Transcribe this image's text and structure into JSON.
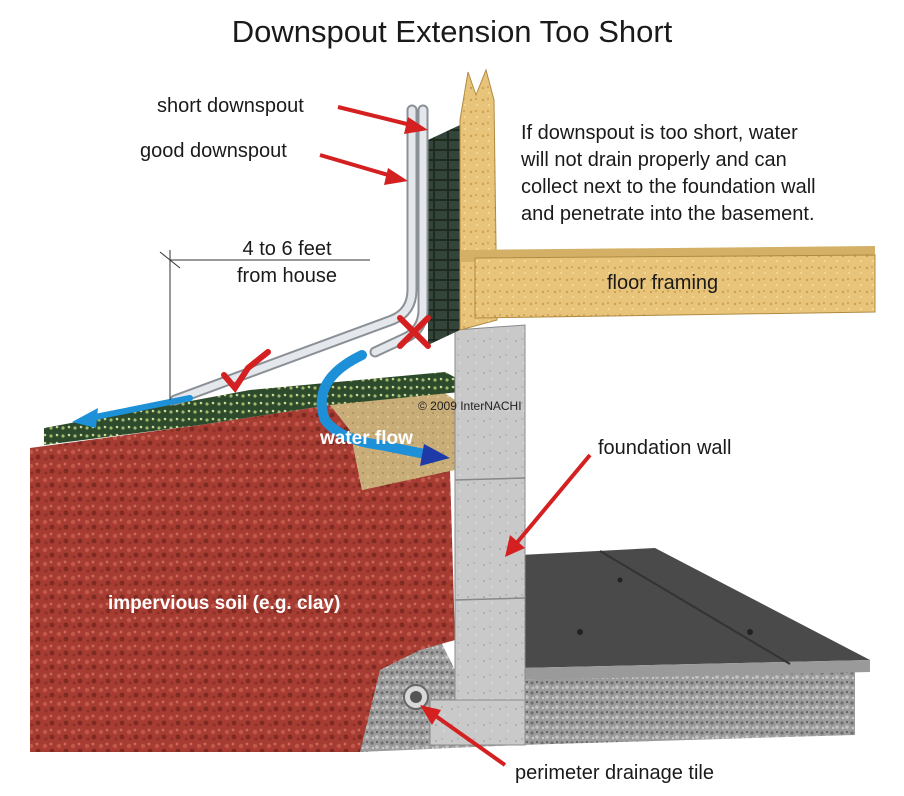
{
  "title": "Downspout Extension Too Short",
  "labels": {
    "short_downspout": "short downspout",
    "good_downspout": "good downspout",
    "distance_line1": "4 to 6 feet",
    "distance_line2": "from house",
    "floor_framing": "floor framing",
    "foundation_wall": "foundation wall",
    "perimeter_drainage_tile": "perimeter drainage tile",
    "water_flow": "water flow",
    "impervious_soil": "impervious soil (e.g. clay)",
    "copyright": "© 2009 InterNACHI"
  },
  "note_lines": [
    "If downspout is too short, water",
    "will not drain properly and can",
    "collect next to the foundation wall",
    "and penetrate into the basement."
  ],
  "colors": {
    "clay": "#a03a30",
    "lumber": "#e8c47a",
    "concrete": "#c8c8c8",
    "gravel": "#9a9a9a",
    "grass": "#2e4a2a",
    "water": "#1e90d8",
    "arrow_red": "#d42020",
    "pipe": "#d8dde2",
    "slab": "#505050"
  }
}
